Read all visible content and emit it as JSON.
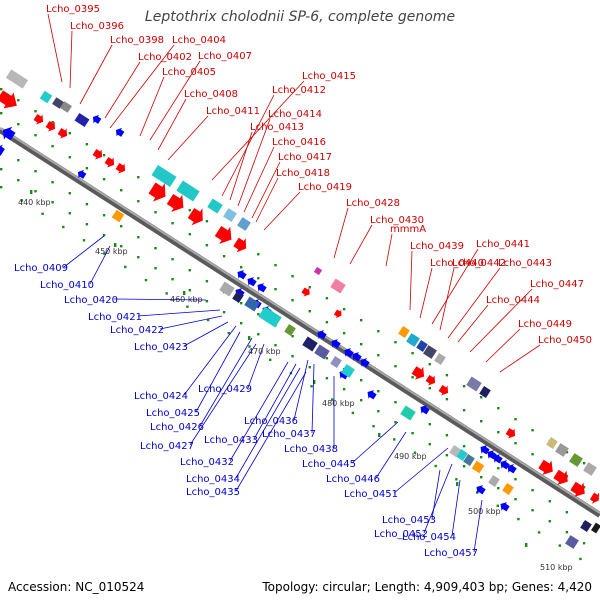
{
  "title": "Leptothrix cholodnii SP-6, complete genome",
  "footer": {
    "accession": "Accession: NC_010524",
    "summary": "Topology: circular; Length: 4,909,403 bp; Genes: 4,420"
  },
  "colors": {
    "forward_label": "#cc0000",
    "reverse_label": "#0000cc",
    "forward_gene": "#ff0000",
    "reverse_gene": "#0000ff",
    "backbone": "#7f7f7f",
    "tick": "#1a8a1a"
  },
  "kbp_ticks": [
    "440 kbp",
    "450 kbp",
    "460 kbp",
    "470 kbp",
    "480 kbp",
    "490 kbp",
    "500 kbp",
    "510 kbp"
  ],
  "labels_forward": [
    "Lcho_0395",
    "Lcho_0396",
    "Lcho_0398",
    "Lcho_0402",
    "Lcho_0404",
    "Lcho_0405",
    "Lcho_0407",
    "Lcho_0408",
    "Lcho_0411",
    "Lcho_0412",
    "Lcho_0413",
    "Lcho_0414",
    "Lcho_0415",
    "Lcho_0416",
    "Lcho_0417",
    "Lcho_0418",
    "Lcho_0419",
    "Lcho_0428",
    "Lcho_0430",
    "mmmA",
    "Lcho_0439",
    "Lcho_0440",
    "Lcho_0441",
    "Lcho_0442",
    "Lcho_0443",
    "Lcho_0444",
    "Lcho_0447",
    "Lcho_0449",
    "Lcho_0450"
  ],
  "labels_reverse": [
    "Lcho_0409",
    "Lcho_0410",
    "Lcho_0420",
    "Lcho_0421",
    "Lcho_0422",
    "Lcho_0423",
    "Lcho_0424",
    "Lcho_0425",
    "Lcho_0426",
    "Lcho_0427",
    "Lcho_0429",
    "Lcho_0432",
    "Lcho_0433",
    "Lcho_0434",
    "Lcho_0435",
    "Lcho_0436",
    "Lcho_0437",
    "Lcho_0438",
    "Lcho_0445",
    "Lcho_0446",
    "Lcho_0451",
    "Lcho_0452",
    "Lcho_0453",
    "Lcho_0454",
    "Lcho_0457"
  ]
}
